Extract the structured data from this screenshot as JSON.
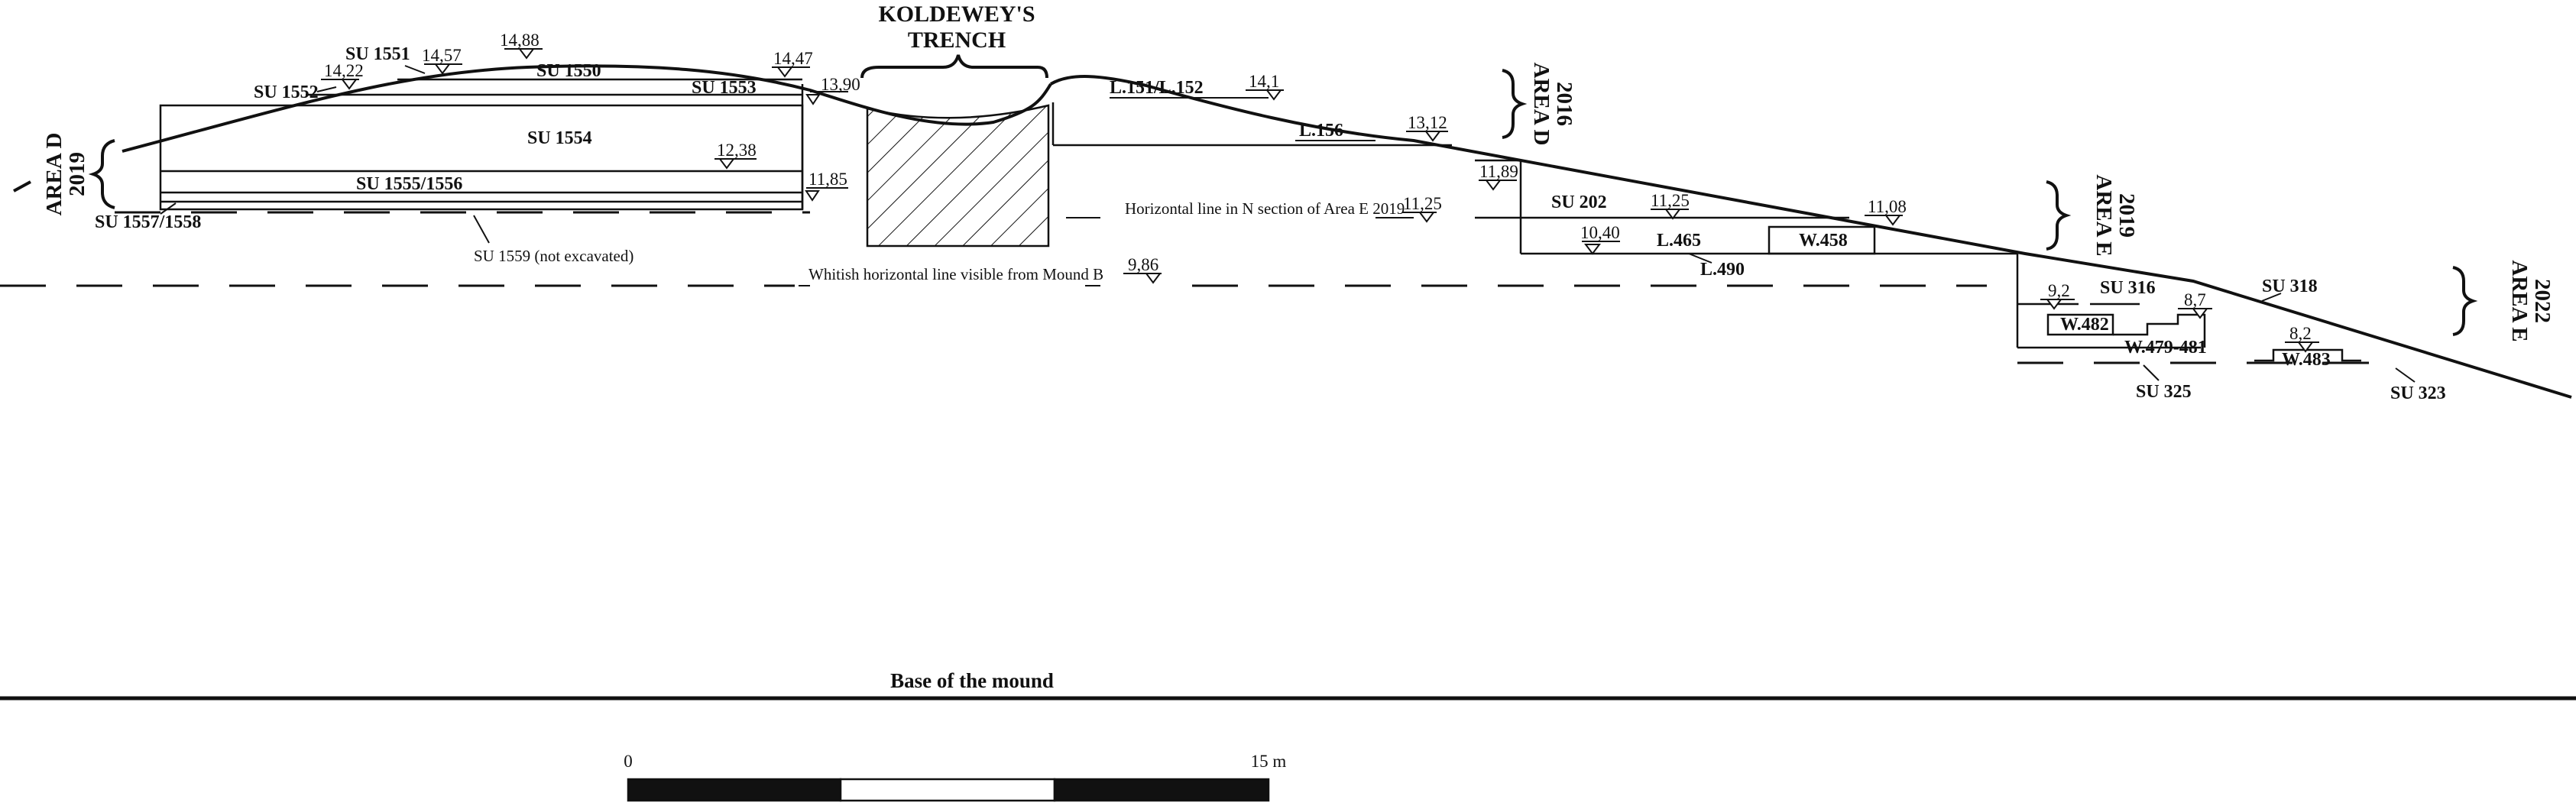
{
  "trench": {
    "title_line1": "KOLDEWEY'S",
    "title_line2": "TRENCH"
  },
  "areas": [
    {
      "id": "area-d-2019",
      "line1": "AREA D",
      "line2": "2019"
    },
    {
      "id": "area-d-2016",
      "line1": "AREA D",
      "line2": "2016"
    },
    {
      "id": "area-e-2019",
      "line1": "AREA E",
      "line2": "2019"
    },
    {
      "id": "area-e-2022",
      "line1": "AREA E",
      "line2": "2022"
    }
  ],
  "units": [
    "SU 1551",
    "SU 1552",
    "SU 1550",
    "SU 1553",
    "SU 1554",
    "SU 1555/1556",
    "SU 1557/1558",
    "SU 1559 (not excavated)",
    "L.151/L.152",
    "L.156",
    "SU 202",
    "L.465",
    "W.458",
    "L.490",
    "SU 316",
    "SU 318",
    "W.482",
    "W.479-481",
    "W.483",
    "SU 325",
    "SU 323"
  ],
  "elevations": [
    "14,22",
    "14,57",
    "14,88",
    "14,47",
    "13,90",
    "12,38",
    "11,85",
    "14,1",
    "13,12",
    "11,89",
    "11,25",
    "11,25",
    "11,08",
    "10,40",
    "9,86",
    "9,2",
    "8,7",
    "8,2"
  ],
  "notes": {
    "horizontal_line": "Horizontal line in N section of Area E 2019",
    "whitish_line": "Whitish horizontal line visible from Mound B",
    "base": "Base of the mound"
  },
  "scale": {
    "start": "0",
    "end": "15 m"
  }
}
